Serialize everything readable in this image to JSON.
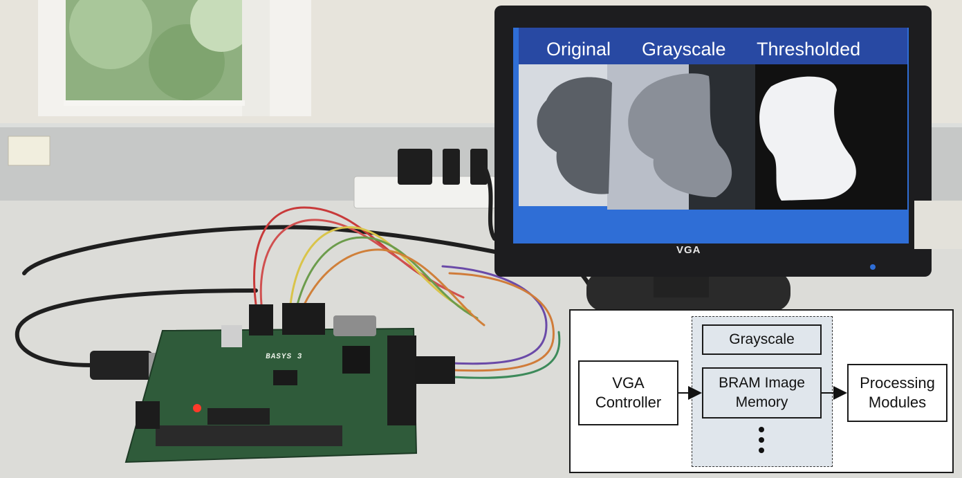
{
  "monitor": {
    "screen_labels": [
      "Original",
      "Grayscale",
      "Thresholded"
    ],
    "brand": "VGA"
  },
  "board": {
    "silkscreen": "BASYS 3"
  },
  "diagram": {
    "vga_controller": [
      "VGA",
      "Controller"
    ],
    "grayscale": "Grayscale",
    "bram": [
      "BRAM Image",
      "Memory"
    ],
    "processing": [
      "Processing",
      "Modules"
    ],
    "ellipsis": "⋮"
  },
  "colors": {
    "screen_header_blue": "#2849a3",
    "screen_footer_blue": "#2f6ed6",
    "pcb_green": "#2f5b3a",
    "diagram_group_fill": "#e0e6ec"
  }
}
